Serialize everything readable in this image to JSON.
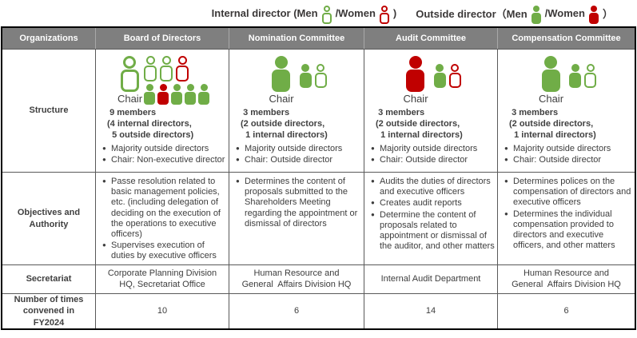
{
  "colors": {
    "green": "#70ad47",
    "red": "#c00000",
    "header_bg": "#7f7f7f",
    "grid_line": "#595959",
    "text_dark": "#404040"
  },
  "legend": {
    "internal_prefix": "Internal director (Men",
    "internal_mid": "/Women",
    "internal_suffix": ")",
    "outside_prefix": "Outside director（Men",
    "outside_mid": "/Women",
    "outside_suffix": "）",
    "icons": {
      "internal_men": "outline-green",
      "internal_women": "outline-red",
      "outside_men": "filled-green",
      "outside_women": "filled-red"
    }
  },
  "table": {
    "header": [
      "Organizations",
      "Board of Directors",
      "Nomination Committee",
      "Audit Committee",
      "Compensation Committee"
    ],
    "row_labels": {
      "structure": "Structure",
      "objectives": "Objectives and\nAuthority",
      "secretariat": "Secretariat",
      "convened": "Number of times\nconvened in\nFY2024"
    }
  },
  "columns": [
    {
      "chair_label": "Chair",
      "members": " 9 members\n(4 internal directors,\n  5 outside directors)",
      "structure_bullets": [
        "Majority outside directors",
        "Chair: Non-executive director"
      ],
      "objectives": [
        "Passe resolution related to basic management policies, etc. (including delegation of deciding on the execution of the operations to executive officers)",
        "Supervises execution of duties by executive officers"
      ],
      "secretariat": "Corporate Planning Division\nHQ, Secretariat Office",
      "convened": "10",
      "icons": {
        "chair": "outline-green",
        "top_row": [
          "outline-green",
          "outline-green",
          "outline-red"
        ],
        "bottom_row": [
          "filled-green",
          "filled-red",
          "filled-green",
          "filled-green",
          "filled-green"
        ]
      }
    },
    {
      "chair_label": "Chair",
      "members": " 3 members\n(2 outside directors,\n  1 internal directors)",
      "structure_bullets": [
        "Majority outside directors",
        "Chair: Outside director"
      ],
      "objectives": [
        "Determines the content of proposals submitted to the Shareholders Meeting regarding the appointment or dismissal of directors"
      ],
      "secretariat": "Human Resource and\nGeneral  Affairs Division HQ",
      "convened": "6",
      "icons": {
        "chair": "filled-green",
        "members": [
          "filled-green",
          "outline-green"
        ]
      }
    },
    {
      "chair_label": "Chair",
      "members": " 3 members\n(2 outside directors,\n  1 internal directors)",
      "structure_bullets": [
        "Majority outside directors",
        "Chair: Outside director"
      ],
      "objectives": [
        "Audits the duties of directors and executive officers",
        "Creates audit reports",
        "Determine the content of proposals related to appointment or dismissal of the auditor, and other matters"
      ],
      "secretariat": "Internal Audit Department",
      "convened": "14",
      "icons": {
        "chair": "filled-red",
        "members": [
          "filled-green",
          "outline-red"
        ]
      }
    },
    {
      "chair_label": "Chair",
      "members": " 3 members\n(2 outside directors,\n  1 internal directors)",
      "structure_bullets": [
        "Majority outside directors",
        "Chair: Outside director"
      ],
      "objectives": [
        "Determines polices on the compensation of directors and executive officers",
        "Determines the individual compensation provided to directors and executive officers, and other matters"
      ],
      "secretariat": "Human Resource and\nGeneral  Affairs Division HQ",
      "convened": "6",
      "icons": {
        "chair": "filled-green",
        "members": [
          "filled-green",
          "outline-green"
        ]
      }
    }
  ]
}
